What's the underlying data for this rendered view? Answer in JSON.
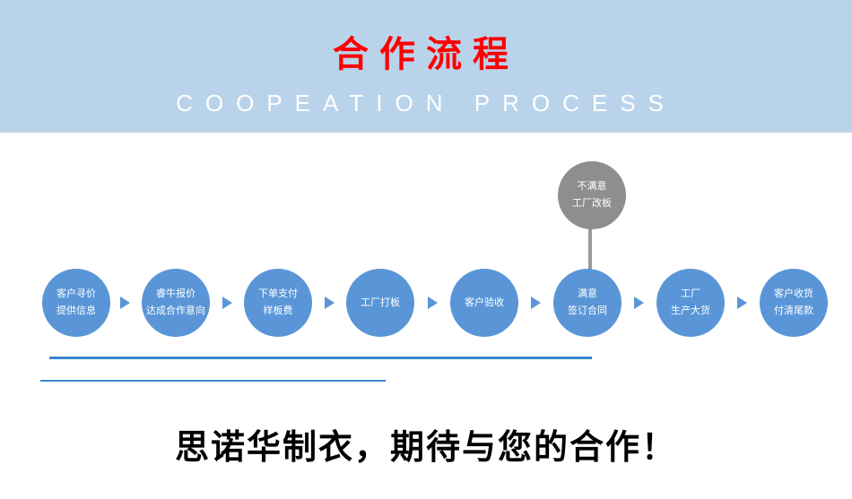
{
  "banner": {
    "title": "合作流程",
    "subtitle": "COOPEATION PROCESS",
    "bg_color": "#b9d4ea",
    "title_color": "#fe0000",
    "subtitle_color": "#ffffff"
  },
  "flow": {
    "node_color": "#5a96d7",
    "branch_node_color": "#8e8e8e",
    "rule_color": "#3d87d1",
    "steps": [
      {
        "line1": "客户寻价",
        "line2": "提供信息"
      },
      {
        "line1": "睿牛报价",
        "line2": "达成合作意向"
      },
      {
        "line1": "下单支付",
        "line2": "样板费"
      },
      {
        "line1": "工厂打板",
        "line2": ""
      },
      {
        "line1": "客户验收",
        "line2": ""
      },
      {
        "line1": "满意",
        "line2": "签订合同"
      },
      {
        "line1": "工厂",
        "line2": "生产大货"
      },
      {
        "line1": "客户收货",
        "line2": "付清尾款"
      }
    ],
    "branch": {
      "line1": "不满意",
      "line2": "工厂改板"
    }
  },
  "footer": {
    "slogan": "思诺华制衣，期待与您的合作！"
  }
}
